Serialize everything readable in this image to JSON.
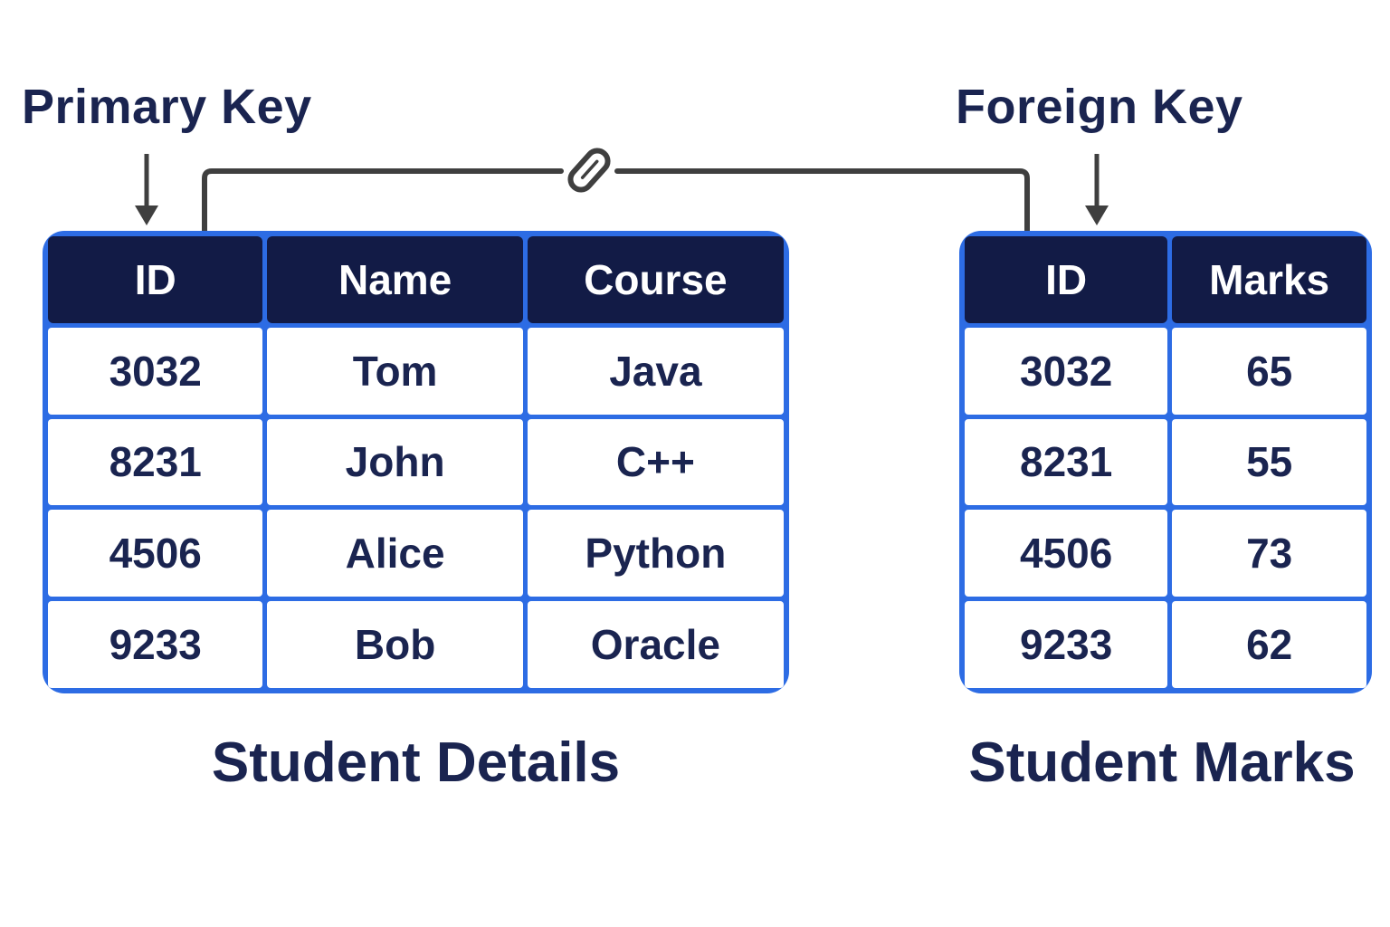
{
  "labels": {
    "primary_key": "Primary Key",
    "foreign_key": "Foreign Key"
  },
  "tables": [
    {
      "caption": "Student Details",
      "headers": [
        "ID",
        "Name",
        "Course"
      ],
      "rows": [
        [
          "3032",
          "Tom",
          "Java"
        ],
        [
          "8231",
          "John",
          "C++"
        ],
        [
          "4506",
          "Alice",
          "Python"
        ],
        [
          "9233",
          "Bob",
          "Oracle"
        ]
      ]
    },
    {
      "caption": "Student Marks",
      "headers": [
        "ID",
        "Marks"
      ],
      "rows": [
        [
          "3032",
          "65"
        ],
        [
          "8231",
          "55"
        ],
        [
          "4506",
          "73"
        ],
        [
          "9233",
          "62"
        ]
      ]
    }
  ],
  "icons": {
    "paperclip": "paperclip-icon",
    "primary_key_arrow": "arrow-down-icon",
    "foreign_key_arrow": "arrow-down-icon"
  },
  "colors": {
    "navy": "#121B46",
    "text": "#1A2450",
    "blue": "#2D6CE4",
    "line": "#3F3F3F",
    "background": "#FFFFFF"
  }
}
